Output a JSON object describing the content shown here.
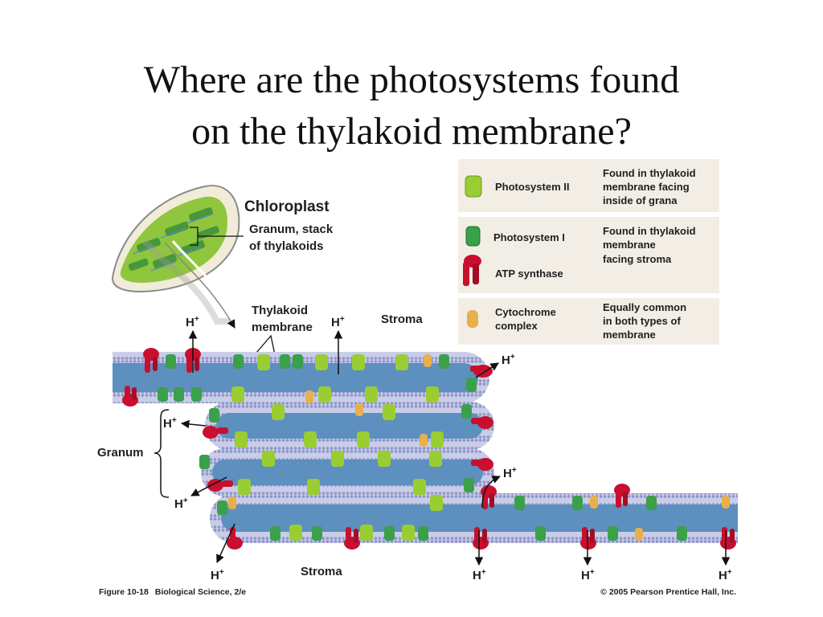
{
  "title": {
    "line1": "Where are the photosystems found",
    "line2": "on the thylakoid membrane?"
  },
  "colors": {
    "ps2": "#9acd32",
    "ps1": "#3aa04a",
    "atp_synthase": "#c8102e",
    "cytochrome": "#e8b04a",
    "membrane_lumen": "#5d8fbf",
    "membrane_bilayer": "#c9cde8",
    "legend_bg": "#f2eee6"
  },
  "legend": {
    "ps2_name": "Photosystem II",
    "ps2_desc": [
      "Found in thylakoid",
      "membrane facing",
      "inside of grana"
    ],
    "ps1_name": "Photosystem I",
    "atp_name": "ATP synthase",
    "group2_desc": [
      "Found in thylakoid",
      "membrane",
      "facing stroma"
    ],
    "cyt_name": [
      "Cytochrome",
      "complex"
    ],
    "cyt_desc": [
      "Equally common",
      "in both types of",
      "membrane"
    ]
  },
  "diagram": {
    "chloroplast": "Chloroplast",
    "granum_stack": [
      "Granum, stack",
      "of thylakoids"
    ],
    "thylakoid_membrane": [
      "Thylakoid",
      "membrane"
    ],
    "stroma_top": "Stroma",
    "stroma_bottom": "Stroma",
    "granum": "Granum",
    "proton": "H"
  },
  "caption": {
    "figure": "Figure 10-18",
    "book": "Biological Science, 2/e",
    "copyright": "© 2005 Pearson Prentice Hall, Inc."
  }
}
